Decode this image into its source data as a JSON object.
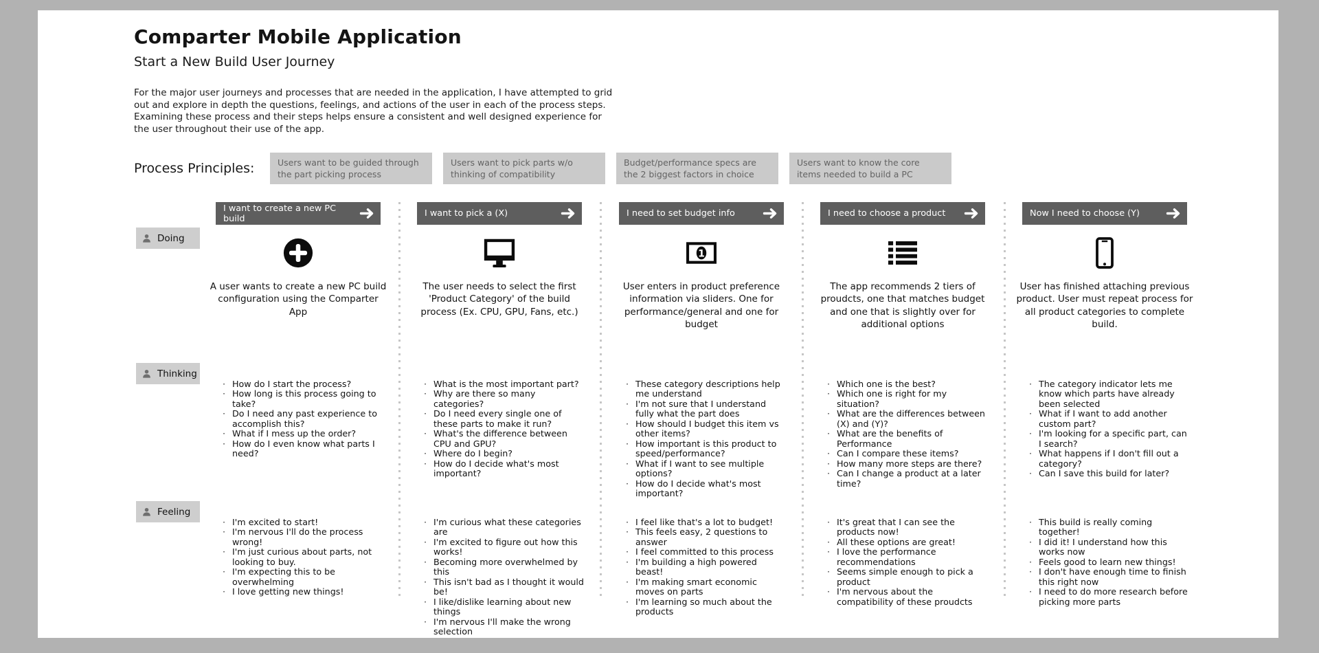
{
  "meta": {
    "title": "Comparter Mobile Application",
    "subtitle": "Start a New Build User Journey",
    "intro": "For the major user journeys and processes that are needed in the application, I have attempted to grid out and explore in depth the questions, feelings, and actions of the user in each of the process steps. Examining these process and their steps helps ensure a consistent and well designed experience for the user throughout their use of the app."
  },
  "process_principles": {
    "label": "Process Principles:",
    "items": [
      "Users want to be guided through the part picking process",
      "Users want to pick parts w/o thinking of compatibility",
      "Budget/performance specs are the 2 biggest factors in choice",
      "Users want to know the core items needed to build a PC"
    ]
  },
  "row_labels": {
    "doing": "Doing",
    "thinking": "Thinking",
    "feeling": "Feeling"
  },
  "columns": [
    {
      "header": "I want to create a new PC build",
      "icon": "plus-circle-icon",
      "doing": "A user wants to create a new PC build configuration using the Comparter App",
      "thinking": [
        "How do I start the process?",
        "How long is this process going to take?",
        "Do I need any past experience to accomplish this?",
        "What if I mess up the order?",
        "How do I even know what parts I need?"
      ],
      "feeling": [
        "I'm excited to start!",
        "I'm nervous I'll do the process wrong!",
        "I'm just curious about parts, not looking to buy.",
        "I'm expecting this to be overwhelming",
        "I love getting new things!"
      ]
    },
    {
      "header": "I want to pick a (X)",
      "icon": "desktop-monitor-icon",
      "doing": "The user needs to select the first 'Product Category' of the build process (Ex. CPU, GPU, Fans, etc.)",
      "thinking": [
        "What is the most important part?",
        "Why are there so many categories?",
        "Do I need every single one of these parts to make it run?",
        "What's the difference between CPU and GPU?",
        "Where do I begin?",
        "How do I decide what's most important?"
      ],
      "feeling": [
        "I'm curious what these categories are",
        "I'm excited to figure out how this works!",
        "Becoming more overwhelmed by this",
        "This isn't bad as I thought it would be!",
        "I like/dislike learning about new things",
        "I'm nervous I'll make the wrong selection"
      ]
    },
    {
      "header": "I need to set budget info",
      "icon": "money-bill-icon",
      "doing": "User enters in product preference information via sliders. One for performance/general and one for budget",
      "thinking": [
        "These category descriptions help me understand",
        "I'm not sure that I understand fully what the part does",
        "How should I budget this item vs other items?",
        "How important is this product to speed/performance?",
        "What if I want to see multiple options?",
        "How do I decide what's most important?"
      ],
      "feeling": [
        "I feel like that's a lot to budget!",
        "This feels easy, 2 questions to answer",
        "I feel committed to this process",
        "I'm building a high powered beast!",
        "I'm making smart economic moves on parts",
        "I'm learning so much about the products"
      ]
    },
    {
      "header": "I need to choose a product",
      "icon": "list-icon",
      "doing": "The app recommends 2 tiers of proudcts, one that matches budget and one that is slightly over for additional options",
      "thinking": [
        "Which one is the best?",
        "Which one is right for my situation?",
        "What are the differences between (X) and (Y)?",
        "What are the benefits of Performance",
        "Can I compare these items?",
        "How many more steps are there?",
        "Can I change a product at a later time?"
      ],
      "feeling": [
        "It's great that I can see the products now!",
        "All these options are great!",
        "I love the performance recommendations",
        "Seems simple enough to pick a product",
        "I'm nervous about the compatibility of these proudcts"
      ]
    },
    {
      "header": "Now I need to choose (Y)",
      "icon": "smartphone-icon",
      "doing": "User has finished attaching previous product. User must repeat process for all product categories to complete build.",
      "thinking": [
        "The category indicator lets me know which parts have already been selected",
        "What if I want to add another custom part?",
        "I'm looking for a specific part, can I search?",
        "What happens if I don't fill out a category?",
        "Can I save this build for later?"
      ],
      "feeling": [
        "This build is really coming together!",
        "I did it! I understand how this works now",
        "Feels good to learn new things!",
        "I don't have enough time to finish this right now",
        "I need to do more research before picking more parts"
      ]
    }
  ],
  "colors": {
    "page_background": "#b2b2b2",
    "card_background": "#ffffff",
    "step_header_bar": "#5e5e5e",
    "step_header_text": "#ffffff",
    "principle_box": "#cacaca",
    "principle_text": "#636363",
    "row_label_box": "#cecece",
    "body_text": "#161616",
    "dotted_separator": "#c6c6c6"
  }
}
